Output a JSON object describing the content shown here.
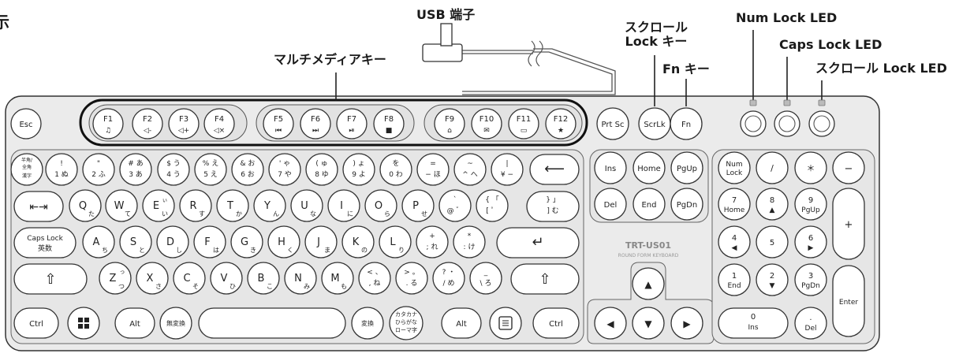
{
  "callouts": {
    "corner_fragment": "示",
    "usb_port": "USB 端子",
    "multimedia_keys": "マルチメディアキー",
    "scroll_lock_key_line1": "スクロール",
    "scroll_lock_key_line2": "Lock キー",
    "fn_key": "Fn キー",
    "num_lock_led": "Num Lock LED",
    "caps_lock_led": "Caps Lock LED",
    "scroll_lock_led": "スクロール Lock LED"
  },
  "brand": {
    "model": "TRT-US01",
    "tagline": "ROUND FORM KEYBOARD"
  },
  "keys": {
    "esc": {
      "label": "Esc"
    },
    "fn_row": [
      {
        "id": "f1",
        "label": "F1",
        "icon": "♫"
      },
      {
        "id": "f2",
        "label": "F2",
        "icon": "◁-"
      },
      {
        "id": "f3",
        "label": "F3",
        "icon": "◁+"
      },
      {
        "id": "f4",
        "label": "F4",
        "icon": "◁×"
      },
      {
        "id": "f5",
        "label": "F5",
        "icon": "⏮"
      },
      {
        "id": "f6",
        "label": "F6",
        "icon": "⏭"
      },
      {
        "id": "f7",
        "label": "F7",
        "icon": "⏯"
      },
      {
        "id": "f8",
        "label": "F8",
        "icon": "■"
      },
      {
        "id": "f9",
        "label": "F9",
        "icon": "⌂"
      },
      {
        "id": "f10",
        "label": "F10",
        "icon": "✉"
      },
      {
        "id": "f11",
        "label": "F11",
        "icon": "▭"
      },
      {
        "id": "f12",
        "label": "F12",
        "icon": "★"
      }
    ],
    "prtsc": {
      "label": "Prt Sc"
    },
    "scrlk": {
      "label": "ScrLk"
    },
    "fn": {
      "label": "Fn"
    },
    "num_row": [
      {
        "id": "hankaku",
        "top": "半角/",
        "mid": "全角",
        "bottom": "漢字"
      },
      {
        "id": "k1",
        "top": "!",
        "bottom": "1 ぬ"
      },
      {
        "id": "k2",
        "top": "\"",
        "bottom": "2 ふ"
      },
      {
        "id": "k3",
        "top": "# あ",
        "bottom": "3 あ"
      },
      {
        "id": "k4",
        "top": "$ う",
        "bottom": "4 う"
      },
      {
        "id": "k5",
        "top": "% え",
        "bottom": "5 え"
      },
      {
        "id": "k6",
        "top": "& お",
        "bottom": "6 お"
      },
      {
        "id": "k7",
        "top": "' ゃ",
        "bottom": "7 や"
      },
      {
        "id": "k8",
        "top": "( ゅ",
        "bottom": "8 ゆ"
      },
      {
        "id": "k9",
        "top": ") ょ",
        "bottom": "9 よ"
      },
      {
        "id": "k0",
        "top": "を",
        "bottom": "0 わ"
      },
      {
        "id": "minus",
        "top": "=",
        "bottom": "− ほ"
      },
      {
        "id": "caret",
        "top": "~",
        "bottom": "^ へ"
      },
      {
        "id": "yen",
        "top": "|",
        "bottom": "¥ −"
      }
    ],
    "backspace": {
      "icon": "⟵"
    },
    "qwerty_row": [
      {
        "id": "q",
        "main": "Q",
        "sub": "た"
      },
      {
        "id": "w",
        "main": "W",
        "sub": "て"
      },
      {
        "id": "e",
        "main": "E",
        "sub": "い",
        "top": "ぃ"
      },
      {
        "id": "r",
        "main": "R",
        "sub": "す"
      },
      {
        "id": "t",
        "main": "T",
        "sub": "か"
      },
      {
        "id": "y",
        "main": "Y",
        "sub": "ん"
      },
      {
        "id": "u",
        "main": "U",
        "sub": "な"
      },
      {
        "id": "i",
        "main": "I",
        "sub": "に"
      },
      {
        "id": "o",
        "main": "O",
        "sub": "ら"
      },
      {
        "id": "p",
        "main": "P",
        "sub": "せ"
      },
      {
        "id": "at",
        "top": "`",
        "bottom": "@ ゛"
      },
      {
        "id": "lbracket",
        "top": "{ 「",
        "bottom": "[ ゜"
      }
    ],
    "rbracket": {
      "top": "} 」",
      "bottom": "] む"
    },
    "tab": {
      "icon": "⇤⇥"
    },
    "home_row": [
      {
        "id": "a",
        "main": "A",
        "sub": "ち"
      },
      {
        "id": "s",
        "main": "S",
        "sub": "と"
      },
      {
        "id": "d",
        "main": "D",
        "sub": "し"
      },
      {
        "id": "f",
        "main": "F",
        "sub": "は"
      },
      {
        "id": "g",
        "main": "G",
        "sub": "き"
      },
      {
        "id": "h",
        "main": "H",
        "sub": "く"
      },
      {
        "id": "j",
        "main": "J",
        "sub": "ま"
      },
      {
        "id": "k",
        "main": "K",
        "sub": "の"
      },
      {
        "id": "l",
        "main": "L",
        "sub": "り"
      },
      {
        "id": "semicolon",
        "top": "+",
        "bottom": "; れ"
      },
      {
        "id": "colon",
        "top": "*",
        "bottom": ": け"
      }
    ],
    "capslock": {
      "line1": "Caps Lock",
      "line2": "英数"
    },
    "enter_main": {
      "icon": "↵"
    },
    "shift_row": [
      {
        "id": "z",
        "main": "Z",
        "sub": "つ",
        "top": "っ"
      },
      {
        "id": "x",
        "main": "X",
        "sub": "さ"
      },
      {
        "id": "c",
        "main": "C",
        "sub": "そ"
      },
      {
        "id": "v",
        "main": "V",
        "sub": "ひ"
      },
      {
        "id": "b",
        "main": "B",
        "sub": "こ"
      },
      {
        "id": "n",
        "main": "N",
        "sub": "み"
      },
      {
        "id": "m",
        "main": "M",
        "sub": "も"
      },
      {
        "id": "comma",
        "top": "< 、",
        "bottom": ", ね"
      },
      {
        "id": "period",
        "top": "> 。",
        "bottom": ". る"
      },
      {
        "id": "slash",
        "top": "? ・",
        "bottom": "/ め"
      },
      {
        "id": "backslash",
        "top": "_",
        "bottom": "\\ ろ"
      }
    ],
    "shift": {
      "icon": "⇧"
    },
    "ctrl": {
      "label": "Ctrl"
    },
    "alt": {
      "label": "Alt"
    },
    "muhenkan": {
      "label": "無変換"
    },
    "henkan": {
      "label": "変換"
    },
    "kana": {
      "line1": "カタカナ",
      "line2": "ひらがな",
      "line3": "ローマ字"
    },
    "menu": {
      "icon": "▤"
    },
    "nav": [
      {
        "id": "ins",
        "label": "Ins"
      },
      {
        "id": "home",
        "label": "Home"
      },
      {
        "id": "pgup",
        "label": "PgUp"
      },
      {
        "id": "del",
        "label": "Del"
      },
      {
        "id": "end",
        "label": "End"
      },
      {
        "id": "pgdn",
        "label": "PgDn"
      }
    ],
    "arrows": {
      "up": "▲",
      "down": "▼",
      "left": "◀",
      "right": "▶"
    },
    "numpad": {
      "numlock": {
        "line1": "Num",
        "line2": "Lock"
      },
      "divide": "/",
      "multiply": "＊",
      "minus": "−",
      "plus": "+",
      "enter": "Enter",
      "k7": {
        "line1": "7",
        "line2": "Home"
      },
      "k8": {
        "line1": "8",
        "line2": "▲"
      },
      "k9": {
        "line1": "9",
        "line2": "PgUp"
      },
      "k4": {
        "line1": "4",
        "line2": "◀"
      },
      "k5": {
        "line1": "5",
        "line2": ""
      },
      "k6": {
        "line1": "6",
        "line2": "▶"
      },
      "k1": {
        "line1": "1",
        "line2": "End"
      },
      "k2": {
        "line1": "2",
        "line2": "▼"
      },
      "k3": {
        "line1": "3",
        "line2": "PgDn"
      },
      "k0": {
        "line1": "0",
        "line2": "Ins"
      },
      "dot": {
        "line1": ".",
        "line2": "Del"
      }
    },
    "led_icon": "🔒"
  }
}
